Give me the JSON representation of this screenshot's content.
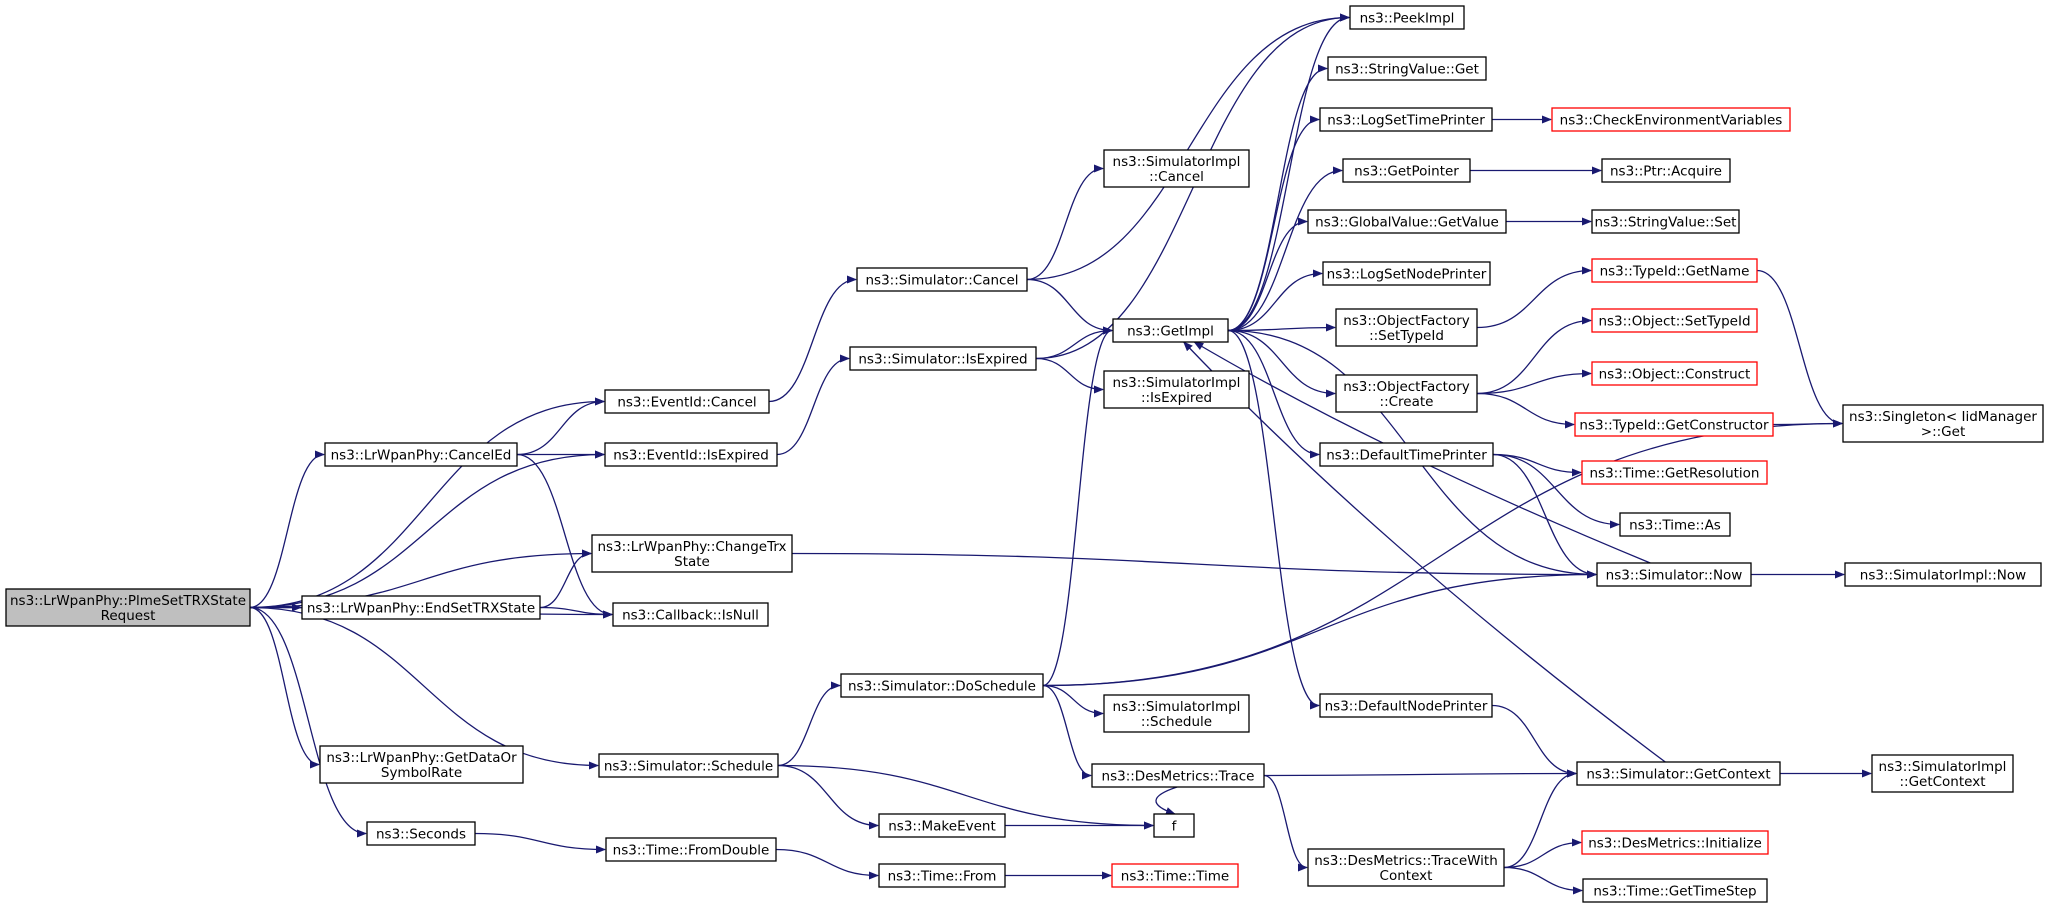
{
  "colors": {
    "edge": "#191970",
    "root_fill": "#bfbfbf",
    "border": "#000000",
    "red_border": "#ff0000"
  },
  "nodes": [
    {
      "id": "root",
      "lines": [
        "ns3::LrWpanPhy::PlmeSetTRXState",
        "Request"
      ],
      "style": "root"
    },
    {
      "id": "cancelEd",
      "lines": [
        "ns3::LrWpanPhy::CancelEd"
      ]
    },
    {
      "id": "endSetTrx",
      "lines": [
        "ns3::LrWpanPhy::EndSetTRXState"
      ]
    },
    {
      "id": "getDataOr",
      "lines": [
        "ns3::LrWpanPhy::GetDataOr",
        "SymbolRate"
      ]
    },
    {
      "id": "seconds",
      "lines": [
        "ns3::Seconds"
      ]
    },
    {
      "id": "eventCancel",
      "lines": [
        "ns3::EventId::Cancel"
      ]
    },
    {
      "id": "eventIsExpired",
      "lines": [
        "ns3::EventId::IsExpired"
      ]
    },
    {
      "id": "changeTrx",
      "lines": [
        "ns3::LrWpanPhy::ChangeTrx",
        "State"
      ]
    },
    {
      "id": "cbIsNull",
      "lines": [
        "ns3::Callback::IsNull"
      ]
    },
    {
      "id": "simSchedule",
      "lines": [
        "ns3::Simulator::Schedule"
      ]
    },
    {
      "id": "fromDouble",
      "lines": [
        "ns3::Time::FromDouble"
      ]
    },
    {
      "id": "simCancel",
      "lines": [
        "ns3::Simulator::Cancel"
      ]
    },
    {
      "id": "simIsExpired",
      "lines": [
        "ns3::Simulator::IsExpired"
      ]
    },
    {
      "id": "doSchedule",
      "lines": [
        "ns3::Simulator::DoSchedule"
      ]
    },
    {
      "id": "makeEvent",
      "lines": [
        "ns3::MakeEvent"
      ]
    },
    {
      "id": "timeFrom",
      "lines": [
        "ns3::Time::From"
      ]
    },
    {
      "id": "implCancel",
      "lines": [
        "ns3::SimulatorImpl",
        "::Cancel"
      ]
    },
    {
      "id": "getImpl",
      "lines": [
        "ns3::GetImpl"
      ]
    },
    {
      "id": "implIsExpired",
      "lines": [
        "ns3::SimulatorImpl",
        "::IsExpired"
      ]
    },
    {
      "id": "implSchedule",
      "lines": [
        "ns3::SimulatorImpl",
        "::Schedule"
      ]
    },
    {
      "id": "desTrace",
      "lines": [
        "ns3::DesMetrics::Trace"
      ]
    },
    {
      "id": "f",
      "lines": [
        "f"
      ]
    },
    {
      "id": "timeTime",
      "lines": [
        "ns3::Time::Time"
      ],
      "style": "red"
    },
    {
      "id": "peekImpl",
      "lines": [
        "ns3::PeekImpl"
      ]
    },
    {
      "id": "stringGet",
      "lines": [
        "ns3::StringValue::Get"
      ]
    },
    {
      "id": "logSetTime",
      "lines": [
        "ns3::LogSetTimePrinter"
      ]
    },
    {
      "id": "getPointer",
      "lines": [
        "ns3::GetPointer"
      ]
    },
    {
      "id": "globalGetValue",
      "lines": [
        "ns3::GlobalValue::GetValue"
      ]
    },
    {
      "id": "logSetNode",
      "lines": [
        "ns3::LogSetNodePrinter"
      ]
    },
    {
      "id": "ofSetTypeId",
      "lines": [
        "ns3::ObjectFactory",
        "::SetTypeId"
      ]
    },
    {
      "id": "ofCreate",
      "lines": [
        "ns3::ObjectFactory",
        "::Create"
      ]
    },
    {
      "id": "defTimePrinter",
      "lines": [
        "ns3::DefaultTimePrinter"
      ]
    },
    {
      "id": "defNodePrinter",
      "lines": [
        "ns3::DefaultNodePrinter"
      ]
    },
    {
      "id": "traceWithContext",
      "lines": [
        "ns3::DesMetrics::TraceWith",
        "Context"
      ]
    },
    {
      "id": "checkEnv",
      "lines": [
        "ns3::CheckEnvironmentVariables"
      ],
      "style": "red"
    },
    {
      "id": "ptrAcquire",
      "lines": [
        "ns3::Ptr::Acquire"
      ]
    },
    {
      "id": "stringSet",
      "lines": [
        "ns3::StringValue::Set"
      ]
    },
    {
      "id": "typeGetName",
      "lines": [
        "ns3::TypeId::GetName"
      ],
      "style": "red"
    },
    {
      "id": "objSetTypeId",
      "lines": [
        "ns3::Object::SetTypeId"
      ],
      "style": "red"
    },
    {
      "id": "objConstruct",
      "lines": [
        "ns3::Object::Construct"
      ],
      "style": "red"
    },
    {
      "id": "typeGetCtor",
      "lines": [
        "ns3::TypeId::GetConstructor"
      ],
      "style": "red"
    },
    {
      "id": "timeGetRes",
      "lines": [
        "ns3::Time::GetResolution"
      ],
      "style": "red"
    },
    {
      "id": "timeAs",
      "lines": [
        "ns3::Time::As"
      ]
    },
    {
      "id": "simNow",
      "lines": [
        "ns3::Simulator::Now"
      ]
    },
    {
      "id": "simGetContext",
      "lines": [
        "ns3::Simulator::GetContext"
      ]
    },
    {
      "id": "desInit",
      "lines": [
        "ns3::DesMetrics::Initialize"
      ],
      "style": "red"
    },
    {
      "id": "timeGetStep",
      "lines": [
        "ns3::Time::GetTimeStep"
      ]
    },
    {
      "id": "singletonGet",
      "lines": [
        "ns3::Singleton< IidManager",
        ">::Get"
      ]
    },
    {
      "id": "implNow",
      "lines": [
        "ns3::SimulatorImpl::Now"
      ]
    },
    {
      "id": "implGetContext",
      "lines": [
        "ns3::SimulatorImpl",
        "::GetContext"
      ]
    }
  ],
  "edges": [
    [
      "root",
      "eventCancel"
    ],
    [
      "root",
      "cancelEd"
    ],
    [
      "root",
      "eventIsExpired"
    ],
    [
      "root",
      "changeTrx"
    ],
    [
      "root",
      "endSetTrx"
    ],
    [
      "root",
      "cbIsNull"
    ],
    [
      "root",
      "getDataOr"
    ],
    [
      "root",
      "seconds"
    ],
    [
      "root",
      "simSchedule"
    ],
    [
      "cancelEd",
      "eventCancel"
    ],
    [
      "cancelEd",
      "eventIsExpired"
    ],
    [
      "cancelEd",
      "cbIsNull"
    ],
    [
      "endSetTrx",
      "changeTrx"
    ],
    [
      "endSetTrx",
      "cbIsNull"
    ],
    [
      "eventCancel",
      "simCancel"
    ],
    [
      "eventIsExpired",
      "simIsExpired"
    ],
    [
      "changeTrx",
      "simNow"
    ],
    [
      "simSchedule",
      "doSchedule"
    ],
    [
      "simSchedule",
      "makeEvent"
    ],
    [
      "simSchedule",
      "f"
    ],
    [
      "seconds",
      "fromDouble"
    ],
    [
      "fromDouble",
      "timeFrom"
    ],
    [
      "timeFrom",
      "timeTime"
    ],
    [
      "makeEvent",
      "f"
    ],
    [
      "simCancel",
      "implCancel"
    ],
    [
      "simCancel",
      "getImpl"
    ],
    [
      "simCancel",
      "peekImpl"
    ],
    [
      "simIsExpired",
      "getImpl"
    ],
    [
      "simIsExpired",
      "implIsExpired"
    ],
    [
      "simIsExpired",
      "peekImpl"
    ],
    [
      "doSchedule",
      "getImpl"
    ],
    [
      "doSchedule",
      "implSchedule"
    ],
    [
      "doSchedule",
      "desTrace"
    ],
    [
      "doSchedule",
      "simNow"
    ],
    [
      "doSchedule",
      "singletonGet"
    ],
    [
      "desTrace",
      "f"
    ],
    [
      "desTrace",
      "simGetContext"
    ],
    [
      "desTrace",
      "traceWithContext"
    ],
    [
      "getImpl",
      "peekImpl"
    ],
    [
      "getImpl",
      "stringGet"
    ],
    [
      "getImpl",
      "logSetTime"
    ],
    [
      "getImpl",
      "getPointer"
    ],
    [
      "getImpl",
      "globalGetValue"
    ],
    [
      "getImpl",
      "logSetNode"
    ],
    [
      "getImpl",
      "ofSetTypeId"
    ],
    [
      "getImpl",
      "ofCreate"
    ],
    [
      "getImpl",
      "defTimePrinter"
    ],
    [
      "getImpl",
      "defNodePrinter"
    ],
    [
      "getImpl",
      "simNow"
    ],
    [
      "logSetTime",
      "checkEnv"
    ],
    [
      "getPointer",
      "ptrAcquire"
    ],
    [
      "globalGetValue",
      "stringSet"
    ],
    [
      "ofSetTypeId",
      "typeGetName"
    ],
    [
      "ofCreate",
      "objSetTypeId"
    ],
    [
      "ofCreate",
      "objConstruct"
    ],
    [
      "ofCreate",
      "typeGetCtor"
    ],
    [
      "typeGetName",
      "singletonGet"
    ],
    [
      "typeGetCtor",
      "singletonGet"
    ],
    [
      "defTimePrinter",
      "timeGetRes"
    ],
    [
      "defTimePrinter",
      "timeAs"
    ],
    [
      "defTimePrinter",
      "simNow"
    ],
    [
      "defNodePrinter",
      "simGetContext"
    ],
    [
      "simNow",
      "implNow"
    ],
    [
      "simGetContext",
      "implGetContext"
    ],
    [
      "simGetContext",
      "getImpl"
    ],
    [
      "simNow",
      "getImpl"
    ],
    [
      "traceWithContext",
      "simGetContext"
    ],
    [
      "traceWithContext",
      "desInit"
    ],
    [
      "traceWithContext",
      "timeGetStep"
    ]
  ]
}
